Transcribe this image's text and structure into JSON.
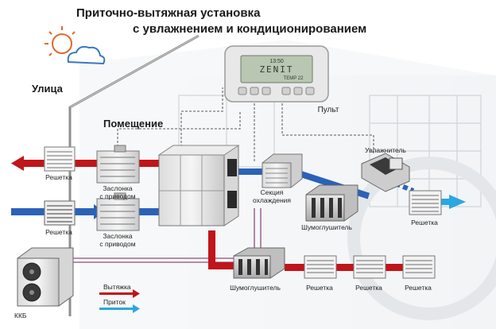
{
  "title": {
    "line1": "Приточно-вытяжная установка",
    "line2": "с увлажнением и кондиционированием"
  },
  "zones": {
    "outside": "Улица",
    "room": "Помещение"
  },
  "controller": {
    "label": "Пульт",
    "screen_top": "13:50",
    "screen_brand": "ZENIT",
    "screen_bottom": "TEMP 22"
  },
  "labels": {
    "grille_exhaust_out": "Решетка",
    "grille_intake": "Решетка",
    "damper_top_1": "Заслонка",
    "damper_top_2": "с приводом",
    "damper_bottom_1": "Заслонка",
    "damper_bottom_2": "с приводом",
    "cooling_1": "Секция",
    "cooling_2": "охлаждения",
    "humidifier": "Увлажнитель",
    "silencer_supply": "Шумоглушитель",
    "grille_supply_right": "Решетка",
    "silencer_extract": "Шумоглушитель",
    "grille_extract_1": "Решетка",
    "grille_extract_2": "Решетка",
    "grille_extract_3": "Решетка",
    "condenser": "ККБ"
  },
  "legend": {
    "exhaust": "Вытяжка",
    "supply": "Приток"
  },
  "colors": {
    "exhaust": "#c0151a",
    "supply": "#2b62b8",
    "supply_light": "#2aa7e0",
    "control_line": "#7a7a7a",
    "refrigerant": "#8a4d7a",
    "cold_hot_left": "#c0151a",
    "cold_hot_right": "#2b62b8"
  }
}
